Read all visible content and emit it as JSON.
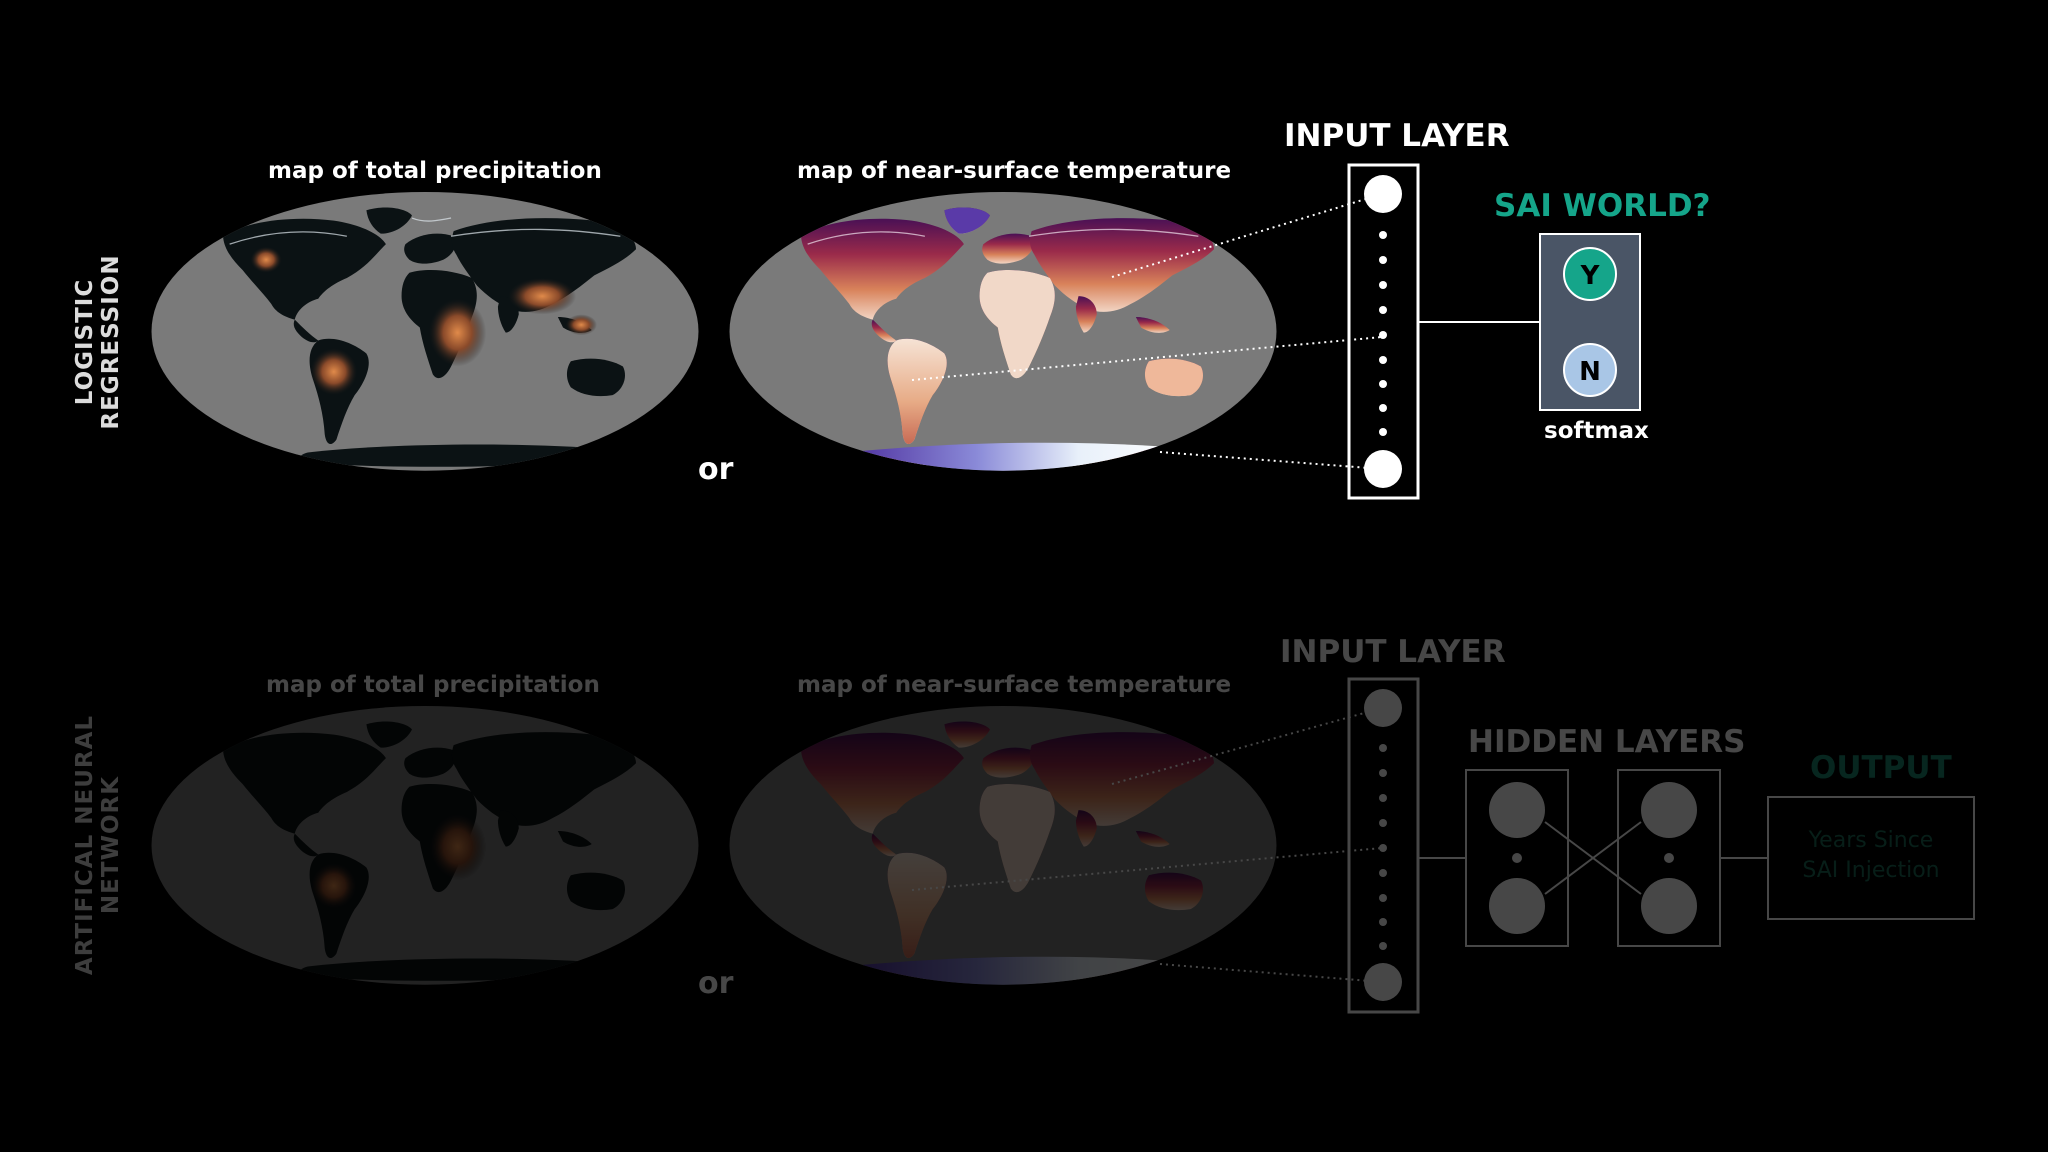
{
  "colors": {
    "background": "#000000",
    "map_ocean": "#7a7a7a",
    "accent_green": "#15a58a",
    "node_white": "#ffffff",
    "node_y": "#15a58a",
    "node_n": "#a9c6e6",
    "softmax_box": "#4a5566"
  },
  "top_panel": {
    "side_label": "LOGISTIC REGRESSION",
    "map_left_title": "map of total precipitation",
    "map_right_title": "map of near-surface temperature",
    "or_label": "or",
    "input_layer_title": "INPUT LAYER",
    "output_title": "SAI WORLD?",
    "node_y_label": "Y",
    "node_n_label": "N",
    "softmax_label": "softmax"
  },
  "bottom_panel": {
    "side_label": "ARTIFICAL NEURAL NETWORK",
    "map_left_title": "map of total precipitation",
    "map_right_title": "map of near-surface temperature",
    "or_label": "or",
    "input_layer_title": "INPUT LAYER",
    "hidden_layers_title": "HIDDEN LAYERS",
    "output_title": "OUTPUT",
    "output_line1": "Years Since",
    "output_line2": "SAI Injection"
  }
}
